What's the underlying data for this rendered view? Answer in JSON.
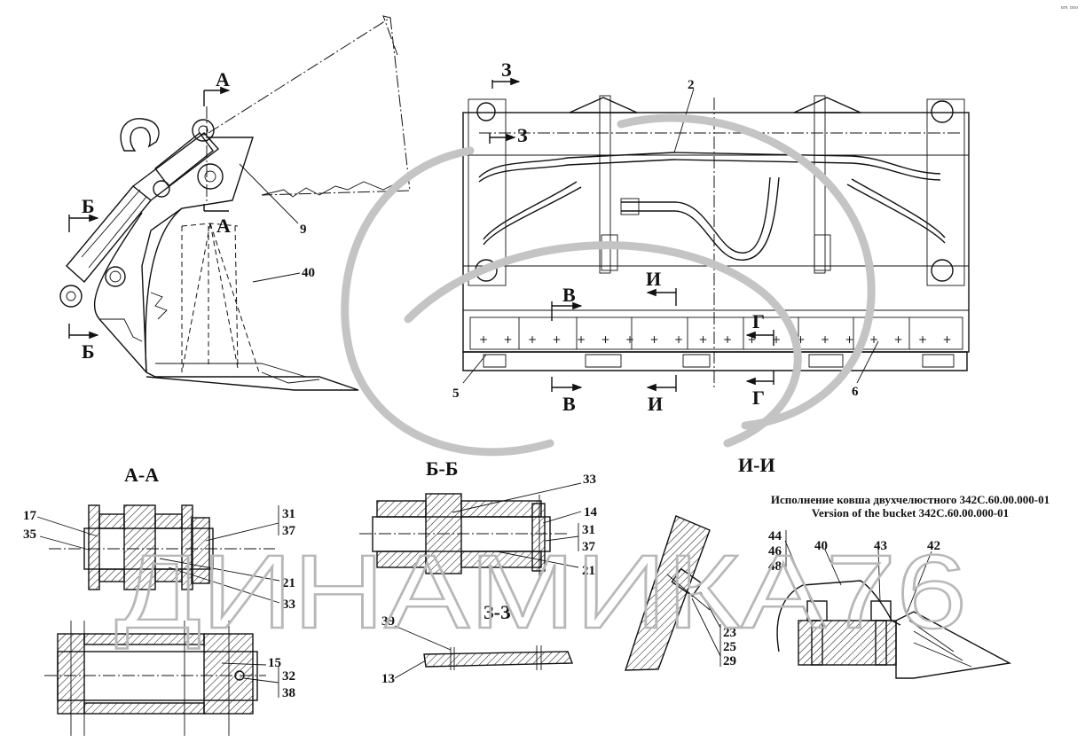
{
  "watermark": {
    "text": "ДИНАМИКА76"
  },
  "corner_mark": "ᵉᵐ ᵒᵒᵒ",
  "caption": {
    "line1": "Исполнение ковша двухчелюстного 342С.60.00.000-01",
    "line2": "Version of the bucket 342С.60.00.000-01"
  },
  "section_titles": {
    "aa": "А-А",
    "bb": "Б-Б",
    "zz": "З-З",
    "ii": "И-И"
  },
  "cut_markers": {
    "a": "А",
    "b": "Б",
    "v": "В",
    "g": "Г",
    "i": "И",
    "z": "З"
  },
  "part_numbers": {
    "p2": "2",
    "p5": "5",
    "p6": "6",
    "p9": "9",
    "p40": "40",
    "p13": "13",
    "p14": "14",
    "p15": "15",
    "p17": "17",
    "p21": "21",
    "p23": "23",
    "p25": "25",
    "p29": "29",
    "p31": "31",
    "p32": "32",
    "p33": "33",
    "p35": "35",
    "p37": "37",
    "p38": "38",
    "p39": "39",
    "p42": "42",
    "p43": "43",
    "p44": "44",
    "p46": "46",
    "p48": "48"
  },
  "colors": {
    "ink": "#111111",
    "watermark": "#b8b8b8",
    "background": "#ffffff"
  }
}
